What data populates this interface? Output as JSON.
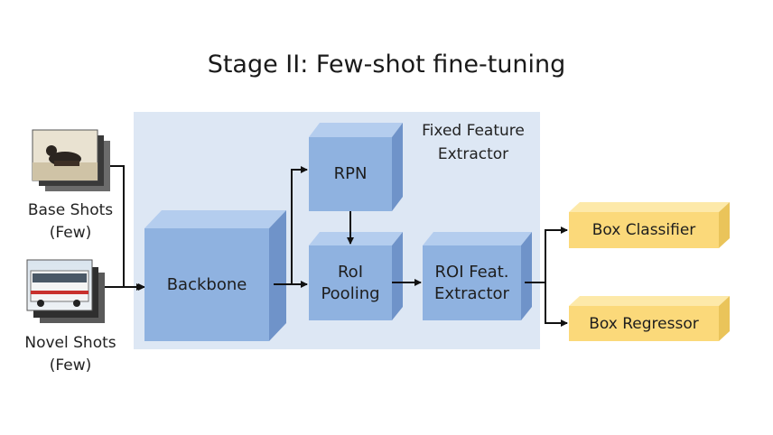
{
  "title": "Stage II: Few-shot fine-tuning",
  "region": {
    "label_line1": "Fixed Feature",
    "label_line2": "Extractor"
  },
  "inputs": {
    "base": {
      "line1": "Base Shots",
      "line2": "(Few)"
    },
    "novel": {
      "line1": "Novel Shots",
      "line2": "(Few)"
    }
  },
  "blocks": {
    "backbone": "Backbone",
    "rpn": "RPN",
    "roi_pooling_line1": "RoI",
    "roi_pooling_line2": "Pooling",
    "roi_extractor_line1": "ROI Feat.",
    "roi_extractor_line2": "Extractor"
  },
  "outputs": {
    "classifier": "Box Classifier",
    "regressor": "Box Regressor"
  },
  "colors": {
    "block_front": "#8fb2e0",
    "block_top": "#b4cdee",
    "block_side": "#6f93c9",
    "region_bg": "#dde7f4",
    "output_front": "#fbd97a",
    "output_top": "#fde9a9",
    "output_side": "#eac45a",
    "arrow": "#111111"
  }
}
